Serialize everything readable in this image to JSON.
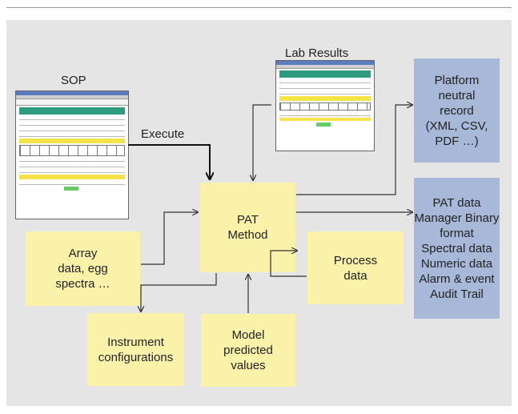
{
  "labels": {
    "sop": "SOP",
    "lab_results": "Lab Results",
    "execute": "Execute"
  },
  "boxes": {
    "pat_method": [
      "PAT",
      "Method"
    ],
    "array_data": [
      "Array",
      "data, egg",
      "spectra …"
    ],
    "process_data": [
      "Process",
      "data"
    ],
    "instrument_configurations": [
      "Instrument",
      "configurations"
    ],
    "model_predicted_values": [
      "Model",
      "predicted",
      "values"
    ],
    "platform_neutral_record": [
      "Platform",
      "neutral",
      "record",
      "(XML, CSV,",
      "PDF …)"
    ],
    "pat_data_manager": [
      "PAT data",
      "Manager Binary",
      "format",
      "Spectral data",
      "Numeric data",
      "Alarm & event",
      "Audit Trail"
    ]
  },
  "colors": {
    "input_box": "#fbf2a9",
    "output_box": "#a8b8d8",
    "background": "#e5e5e5",
    "arrow": "#333333"
  },
  "icons": {
    "sop_document": "form-screenshot-icon",
    "lab_results_document": "form-screenshot-icon"
  }
}
